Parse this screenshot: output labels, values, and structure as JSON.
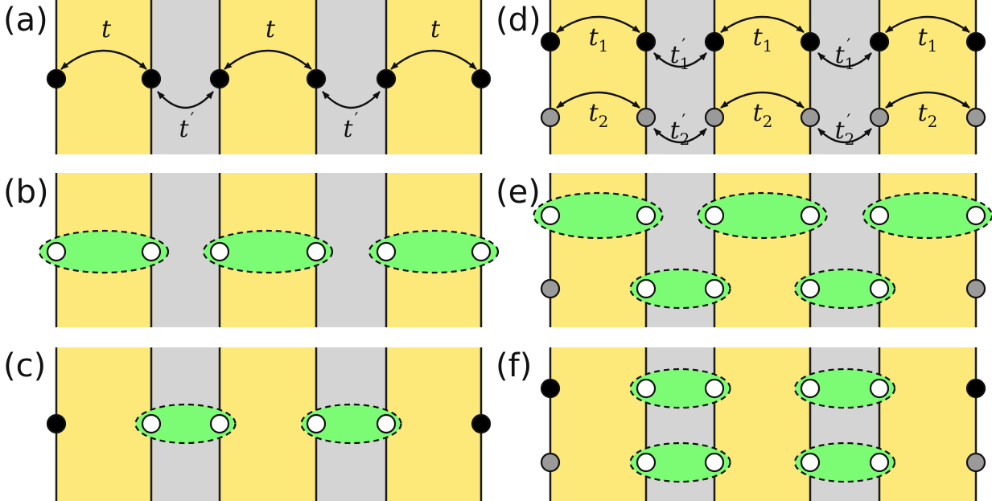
{
  "colors": {
    "yellow": "#fde97a",
    "gray": "#d4d4d4",
    "green": "#7cfc74",
    "black_site": "#000000",
    "gray_site": "#9a9a9a",
    "empty_site": "#ffffff",
    "line": "#1a1a1a"
  },
  "panels": {
    "a": {
      "label": "(a)",
      "hops": {
        "t": "t",
        "tp": "t",
        "prime": "′"
      }
    },
    "b": {
      "label": "(b)"
    },
    "c": {
      "label": "(c)"
    },
    "d": {
      "label": "(d)",
      "hops": {
        "t": "t",
        "sub1": "1",
        "sub2": "2",
        "prime": "′"
      }
    },
    "e": {
      "label": "(e)"
    },
    "f": {
      "label": "(f)"
    }
  }
}
